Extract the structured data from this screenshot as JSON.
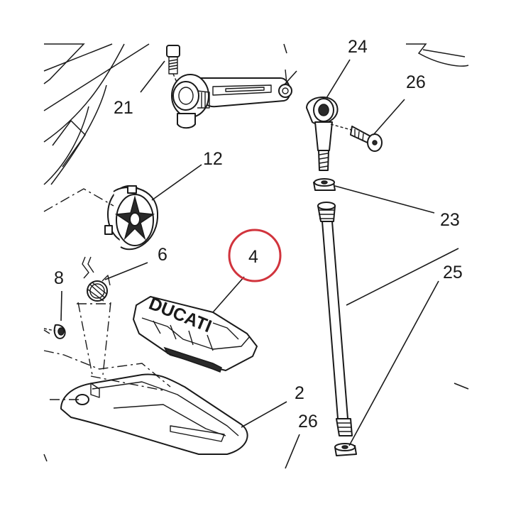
{
  "diagram": {
    "type": "exploded-parts-view",
    "highlight_color": "#d1343d",
    "line_color": "#1a1a1a",
    "highlighted_callout": "4",
    "callouts": {
      "c2": "2",
      "c4": "4",
      "c6": "6",
      "c8": "8",
      "c12": "12",
      "c21": "21",
      "c23": "23",
      "c24": "24",
      "c25": "25",
      "c26a": "26",
      "c26b": "26"
    },
    "footpeg_rubber_text": "DUCATI"
  }
}
